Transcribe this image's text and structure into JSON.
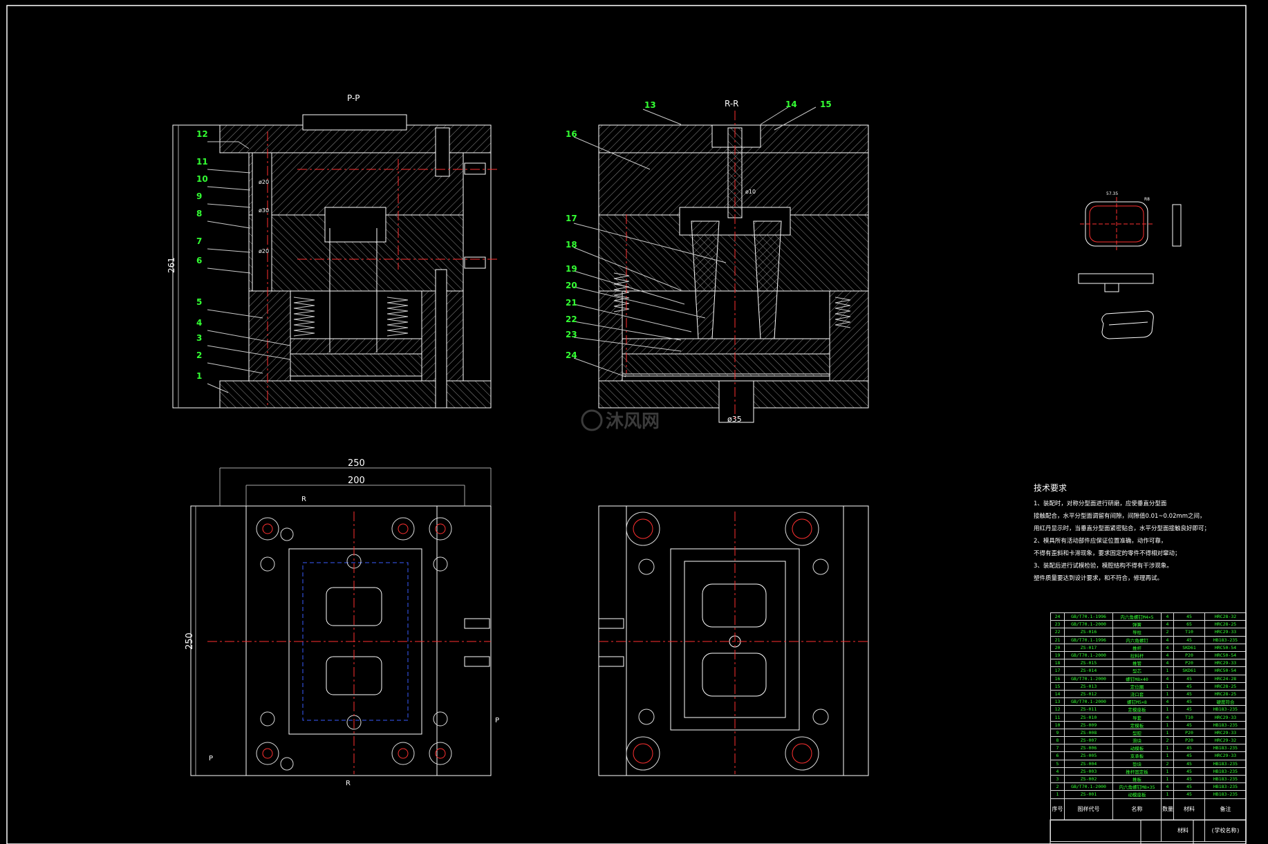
{
  "views": {
    "pp_title": "P-P",
    "rr_title": "R-R",
    "dim_261": "261",
    "dim_250_top": "250",
    "dim_200": "200",
    "dim_250_side": "250",
    "dim_phi35": "ø35",
    "dim_phi20_a": "ø20",
    "dim_phi30": "ø30",
    "dim_phi20_b": "ø20",
    "dim_phi10": "ø10",
    "dim_part_w": "57.35",
    "dim_part_r": "R8",
    "marker_p": "P",
    "marker_r": "R",
    "watermark": "沐风网"
  },
  "callouts_left": [
    "12",
    "11",
    "10",
    "9",
    "8",
    "7",
    "6",
    "5",
    "4",
    "3",
    "2",
    "1"
  ],
  "callouts_right": [
    "13",
    "14",
    "15",
    "16",
    "17",
    "18",
    "19",
    "20",
    "21",
    "22",
    "23",
    "24"
  ],
  "tech_requirements": {
    "title": "技术要求",
    "lines": [
      "1、装配时，对称分型面进行研磨，应使垂直分型面",
      "接触配合，水平分型面调留有间隙，间隙值0.01~0.02mm之间，",
      "用红丹显示时，当垂直分型面紧密贴合，水平分型面接触良好即可；",
      "2、模具所有活动部件应保证位置准确，动作可靠，",
      "不得有歪斜和卡滞现象，要求固定的零件不得相对窜动；",
      "3、装配后进行试模检验，模腔结构不得有干涉现象。",
      "塑件质量要达到设计要求，和不符合，修理再试。"
    ]
  },
  "bom": {
    "rows": [
      [
        "24",
        "GB/T70.1-1996",
        "内六角螺钉M4×5",
        "4",
        "45",
        "HRC28-32"
      ],
      [
        "23",
        "GB/T70.1-2000",
        "弹簧",
        "4",
        "65",
        "HRC28-25"
      ],
      [
        "22",
        "ZS-016",
        "导柱",
        "2",
        "T10",
        "HRC29-33"
      ],
      [
        "21",
        "GB/T70.1-1996",
        "内六角螺钉",
        "4",
        "45",
        "HB183-235"
      ],
      [
        "20",
        "ZS-017",
        "推杆",
        "4",
        "SKD61",
        "HRC50-54"
      ],
      [
        "19",
        "GB/T70.1-2000",
        "拉料杆",
        "4",
        "P20",
        "HRC50-54"
      ],
      [
        "18",
        "ZS-015",
        "推管",
        "4",
        "P20",
        "HRC29-33"
      ],
      [
        "17",
        "ZS-014",
        "型芯",
        "1",
        "SKD61",
        "HRC50-54"
      ],
      [
        "16",
        "GB/T70.1-2000",
        "螺钉M8×40",
        "4",
        "45",
        "HRC24-28"
      ],
      [
        "15",
        "ZS-013",
        "定位圈",
        "1",
        "45",
        "HRC28-25"
      ],
      [
        "14",
        "ZS-012",
        "浇口套",
        "1",
        "45",
        "HRC28-25"
      ],
      [
        "13",
        "GB/T70.1-2000",
        "螺钉M5×8",
        "4",
        "45",
        "硬度符合"
      ],
      [
        "12",
        "ZS-011",
        "定模座板",
        "1",
        "45",
        "HB183-235"
      ],
      [
        "11",
        "ZS-010",
        "导套",
        "4",
        "T10",
        "HRC29-33"
      ],
      [
        "10",
        "ZS-009",
        "定模板",
        "1",
        "45",
        "HB183-235"
      ],
      [
        "9",
        "ZS-008",
        "型腔",
        "1",
        "P20",
        "HRC29-33"
      ],
      [
        "8",
        "ZS-007",
        "滑块",
        "2",
        "P20",
        "HRC29-32"
      ],
      [
        "7",
        "ZS-006",
        "动模板",
        "1",
        "45",
        "HB183-235"
      ],
      [
        "6",
        "ZS-005",
        "支承板",
        "1",
        "45",
        "HRC29-33"
      ],
      [
        "5",
        "ZS-004",
        "垫块",
        "2",
        "45",
        "HB183-235"
      ],
      [
        "4",
        "ZS-003",
        "推杆固定板",
        "1",
        "45",
        "HB183-235"
      ],
      [
        "3",
        "ZS-002",
        "推板",
        "1",
        "45",
        "HB183-235"
      ],
      [
        "2",
        "GB/T70.1-2000",
        "内六角螺钉M8×35",
        "4",
        "45",
        "HB183-235"
      ],
      [
        "1",
        "ZS-001",
        "动模座板",
        "1",
        "45",
        "HB183-235"
      ]
    ],
    "header": [
      "序号",
      "图样代号",
      "名称",
      "数量",
      "材料",
      "备注"
    ],
    "footer_material": "材料",
    "footer_school": "(学校名称)"
  },
  "colors": {
    "line": "#ffffff",
    "center": "#ff3030",
    "hidden": "#3a5cff",
    "callout": "#33ff33"
  }
}
